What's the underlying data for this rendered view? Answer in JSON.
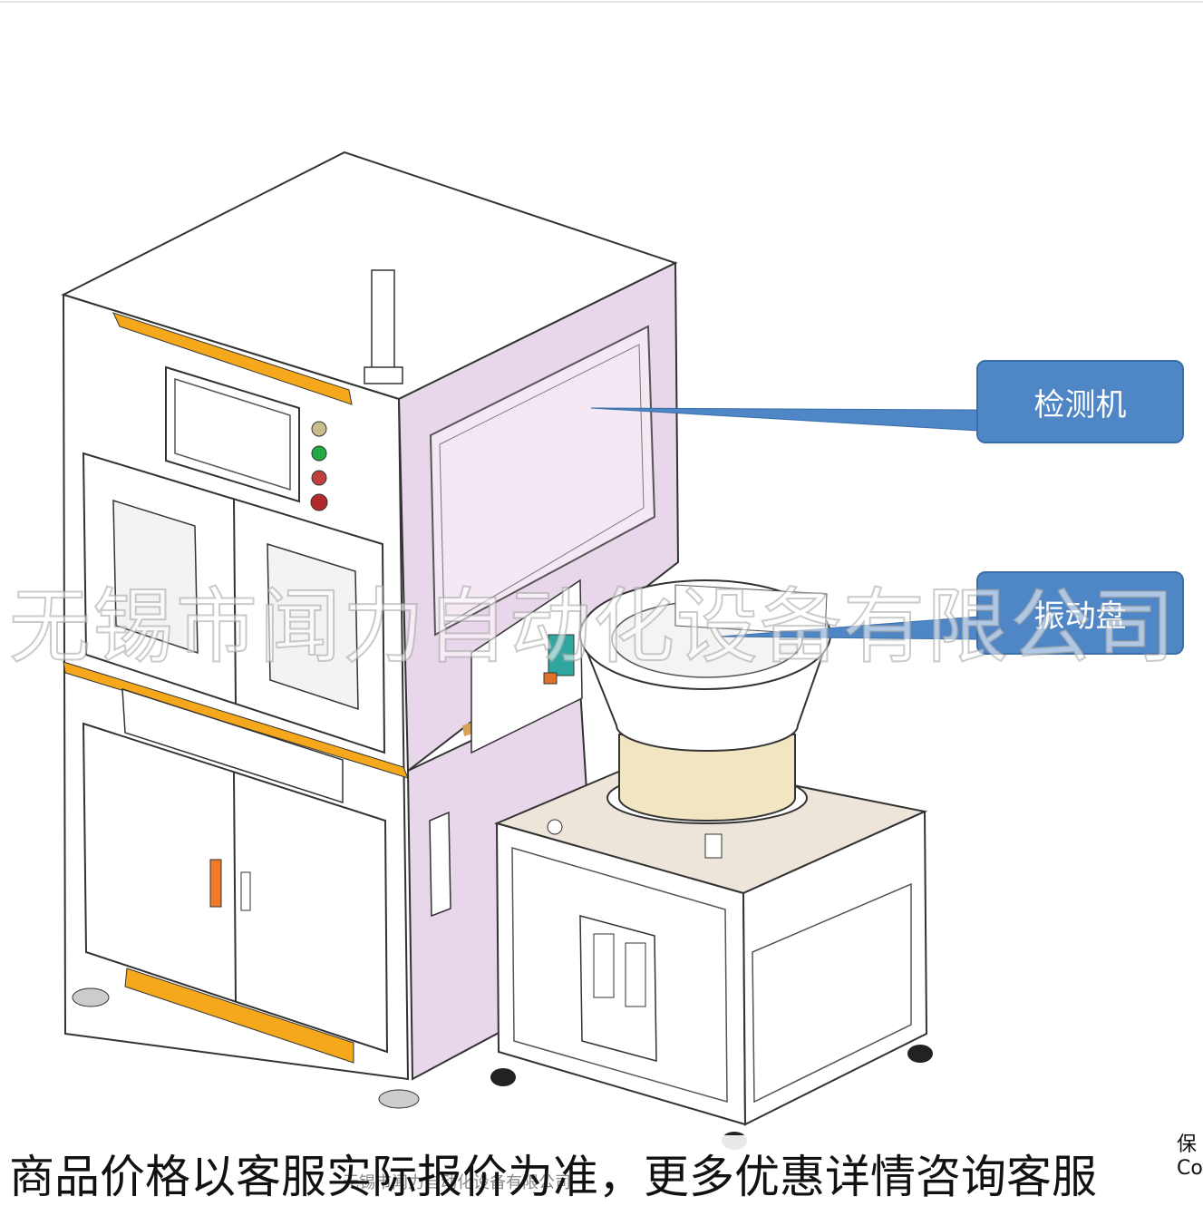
{
  "labels": {
    "inspection_machine": "检测机",
    "vibration_bowl": "振动盘"
  },
  "watermark": "无锡市闻力自动化设备有限公司",
  "caption": "商品价格以客服实际报价为准，更多优惠详情咨询客服",
  "drawing_credit": "无锡市闻力自动化设备有限公司",
  "corner_text": "保",
  "corner_text_2": "Cor",
  "colors": {
    "callout_fill": "#4f86c6",
    "cabinet_side": "#e8d6ea",
    "accent_orange": "#f5a81c",
    "frame_white": "#ffffff",
    "bowl_tan": "#f2e6c2"
  }
}
